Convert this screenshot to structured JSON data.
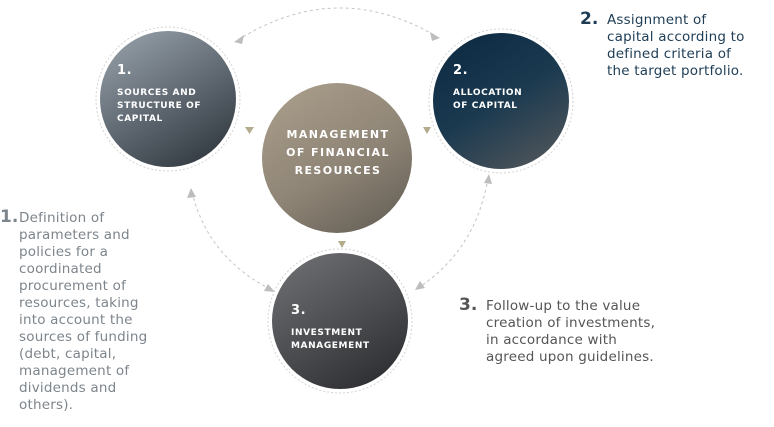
{
  "colors": {
    "circle1": "#5d6670",
    "circle2": "#0f2d44",
    "circle3": "#4d4d4f",
    "center": "#9a8f80",
    "desc1": "#7d858c",
    "desc2": "#1e3d55",
    "desc3": "#555555",
    "connector": "#c4c4c4",
    "arrowhead": "#b3ac8c"
  },
  "center": {
    "label": "MANAGEMENT\nOF FINANCIAL\nRESOURCES"
  },
  "circles": [
    {
      "number": "1.",
      "label": "SOURCES AND\nSTRUCTURE OF\nCAPITAL"
    },
    {
      "number": "2.",
      "label": "ALLOCATION\nOF CAPITAL"
    },
    {
      "number": "3.",
      "label": "INVESTMENT\nMANAGEMENT"
    }
  ],
  "descriptions": [
    {
      "number": "1.",
      "text": "Definition of\nparameters and\npolicies for a\ncoordinated\nprocurement of\nresources, taking\ninto account the\nsources of funding\n(debt, capital,\nmanagement of\ndividends and\nothers)."
    },
    {
      "number": "2.",
      "text": "Assignment of\ncapital according to\ndefined criteria of\nthe target portfolio."
    },
    {
      "number": "3.",
      "text": "Follow-up to the value\ncreation of investments,\nin accordance with\nagreed upon guidelines."
    }
  ]
}
